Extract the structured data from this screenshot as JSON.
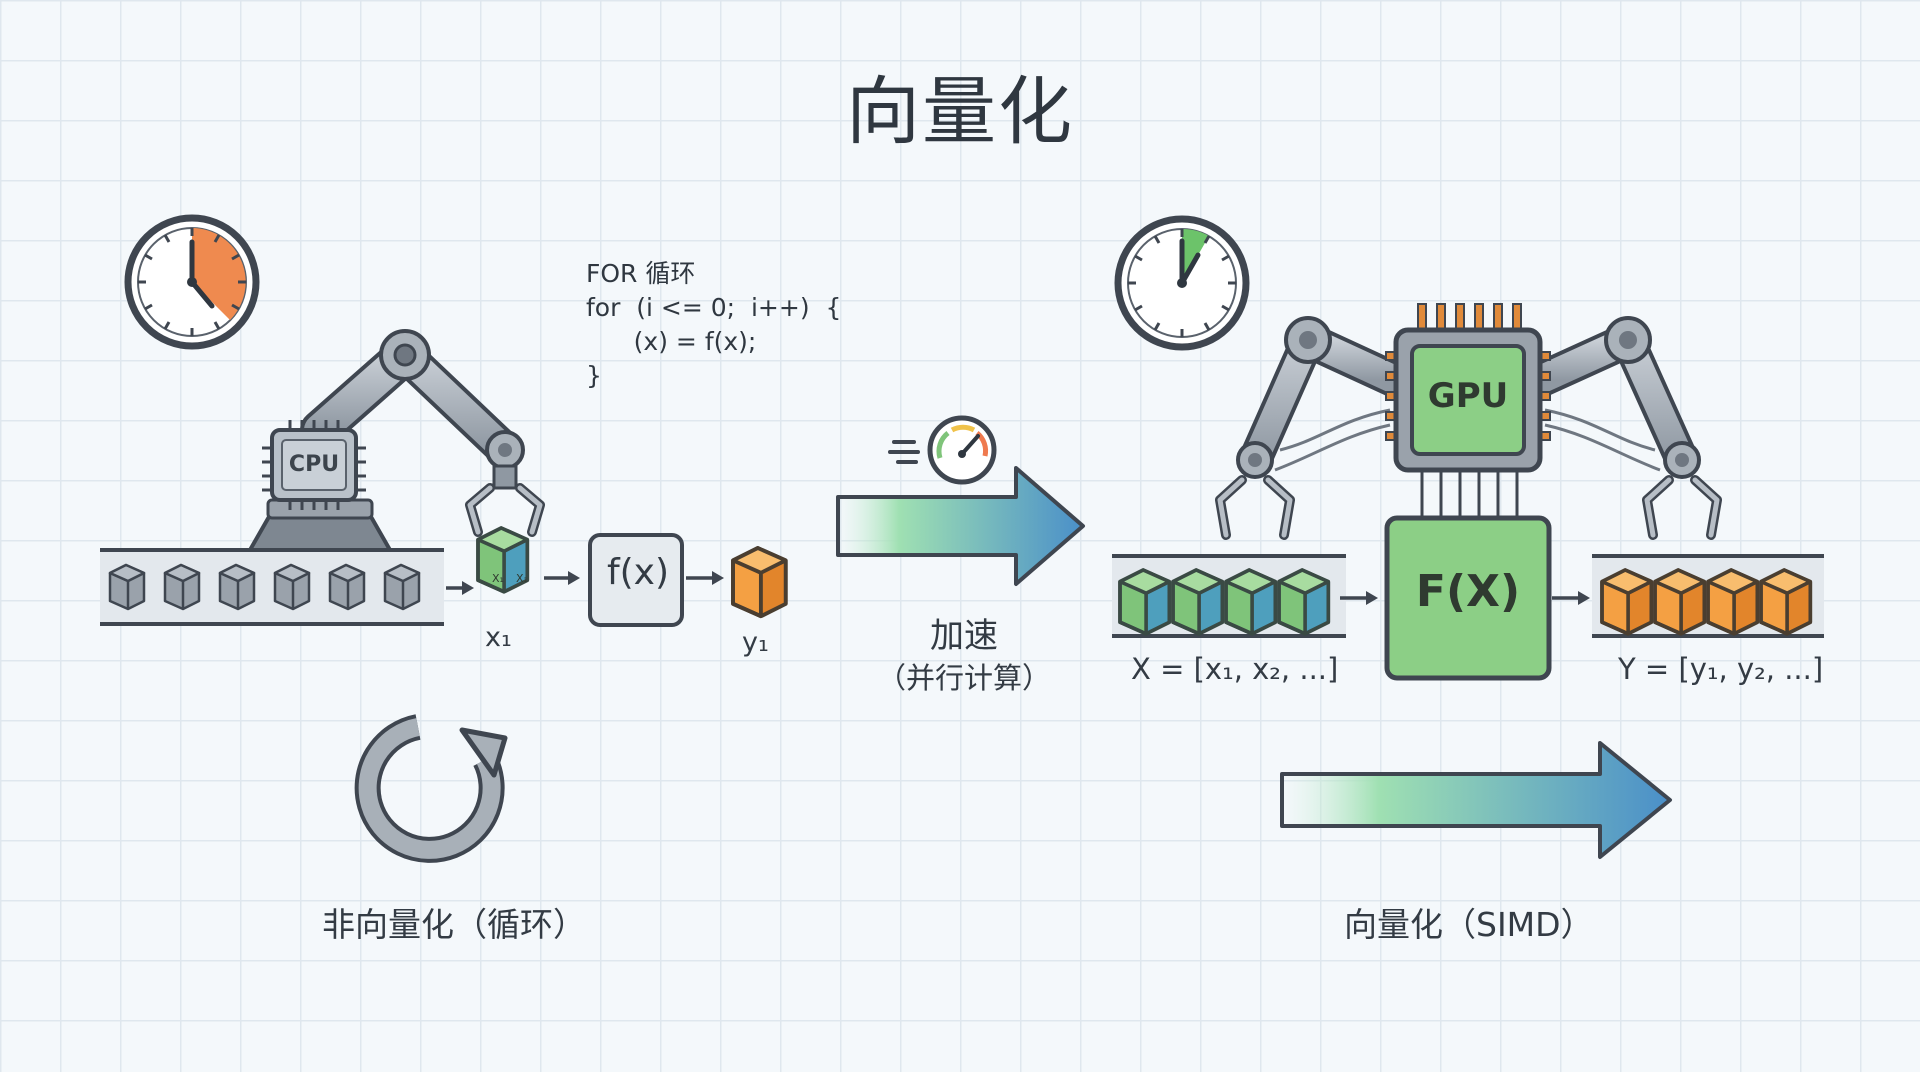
{
  "title": "向量化",
  "code": {
    "line1": "FOR 循环",
    "line2": "for  (i <= 0;  i++)  {",
    "line3": "      (x) = f(x);",
    "line4": "}"
  },
  "left": {
    "chip": "CPU",
    "function": "f(x)",
    "input_label": "x₁",
    "output_label": "y₁",
    "cube_labels": [
      "X₁",
      "X₁"
    ],
    "caption": "非向量化（循环）"
  },
  "middle": {
    "label": "加速",
    "sublabel": "（并行计算）"
  },
  "right": {
    "chip": "GPU",
    "function": "F(X)",
    "input_label": "X = [x₁, x₂, ...]",
    "output_label": "Y = [y₁, y₂, ...]",
    "caption": "向量化（SIMD）"
  },
  "colors": {
    "clock_slow": "#ef8a4f",
    "clock_fast": "#6cc36a",
    "input_green": "#7fc47a",
    "input_blue": "#5aa3c0",
    "output_orange": "#f4a043",
    "gpu_green": "#8ccf86",
    "arrow_start": "#9fe0b2",
    "arrow_end": "#4a8fc9"
  }
}
